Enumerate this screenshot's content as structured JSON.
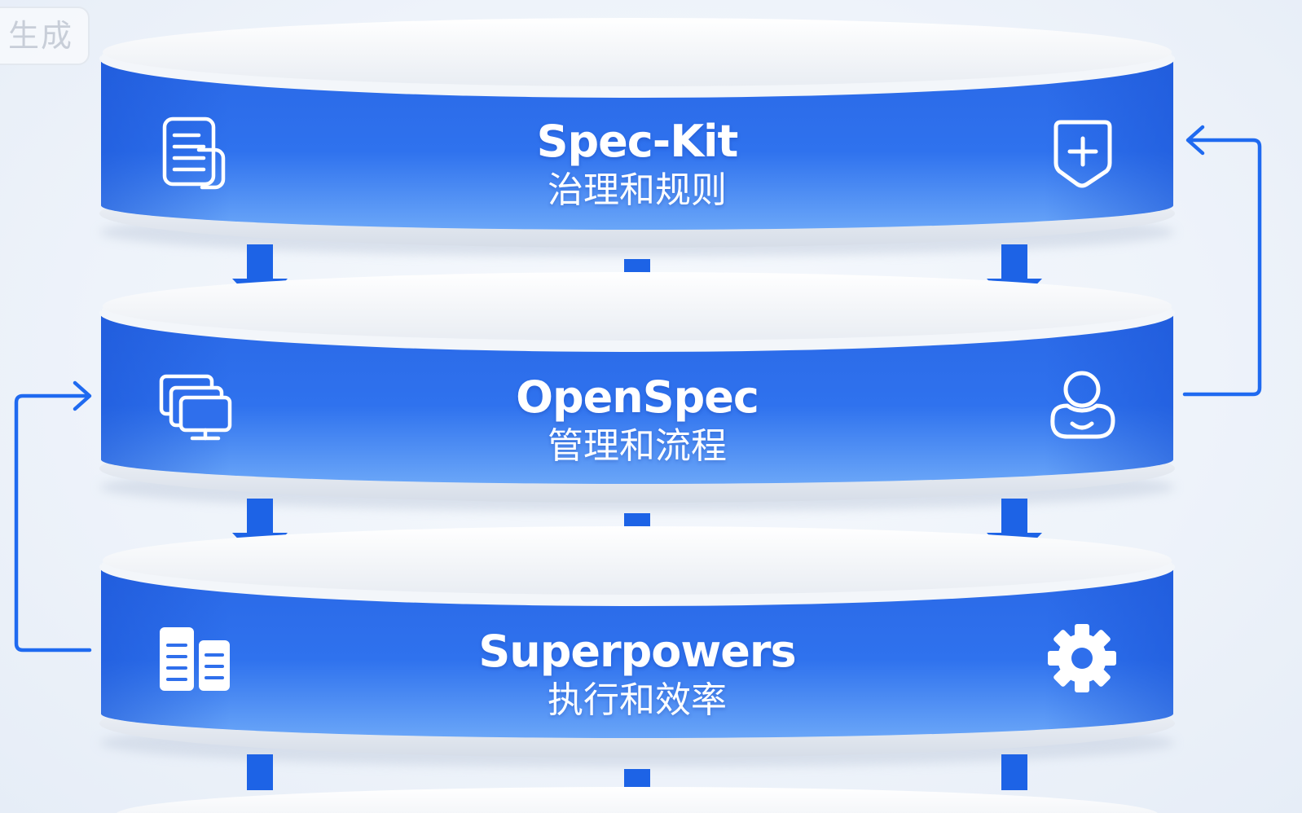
{
  "badge": {
    "text": "生成"
  },
  "layers": [
    {
      "title": "Spec-Kit",
      "subtitle": "治理和规则",
      "left_icon": "document-stack-icon",
      "right_icon": "plus-shield-icon"
    },
    {
      "title": "OpenSpec",
      "subtitle": "管理和流程",
      "left_icon": "multi-monitor-icon",
      "right_icon": "user-icon"
    },
    {
      "title": "Superpowers",
      "subtitle": "执行和效率",
      "left_icon": "book-columns-icon",
      "right_icon": "gear-icon"
    }
  ],
  "colors": {
    "layer_blue": "#1f5fe0",
    "layer_blue_light": "#4f8ef5",
    "arrow_blue": "#1d63e6",
    "connector_blue": "#1f6af0",
    "disc_white": "#fafbfd",
    "disc_shadow": "#d9dfe8",
    "background": "#eef3fa"
  }
}
